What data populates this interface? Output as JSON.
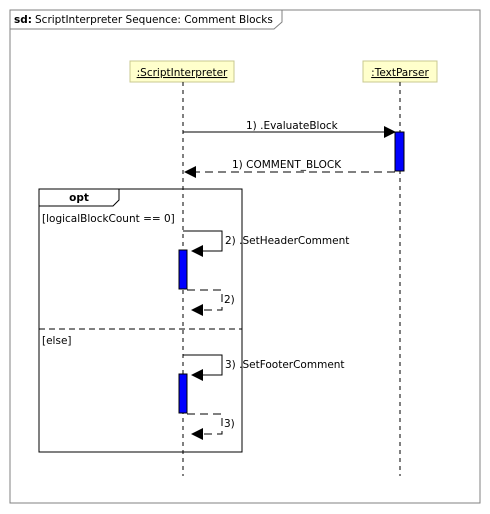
{
  "frame": {
    "prefix": "sd:",
    "title": "ScriptInterpreter Sequence: Comment Blocks"
  },
  "lifelines": {
    "interpreter": {
      "label": ":ScriptInterpreter"
    },
    "parser": {
      "label": ":TextParser"
    }
  },
  "messages": {
    "evaluate": "1) .EvaluateBlock",
    "evaluate_return": "1) COMMENT_BLOCK",
    "set_header": "2) .SetHeaderComment",
    "set_header_return": "2)",
    "set_footer": "3) .SetFooterComment",
    "set_footer_return": "3)"
  },
  "fragment": {
    "operator": "opt",
    "guard_1": "[logicalBlockCount == 0]",
    "guard_2": "[else]"
  },
  "colors": {
    "lifeline_head_fill": "#ffffcc",
    "lifeline_head_border": "#c8c890",
    "activation_fill": "#0000ff",
    "frame_border": "#808080",
    "line": "#000000"
  }
}
